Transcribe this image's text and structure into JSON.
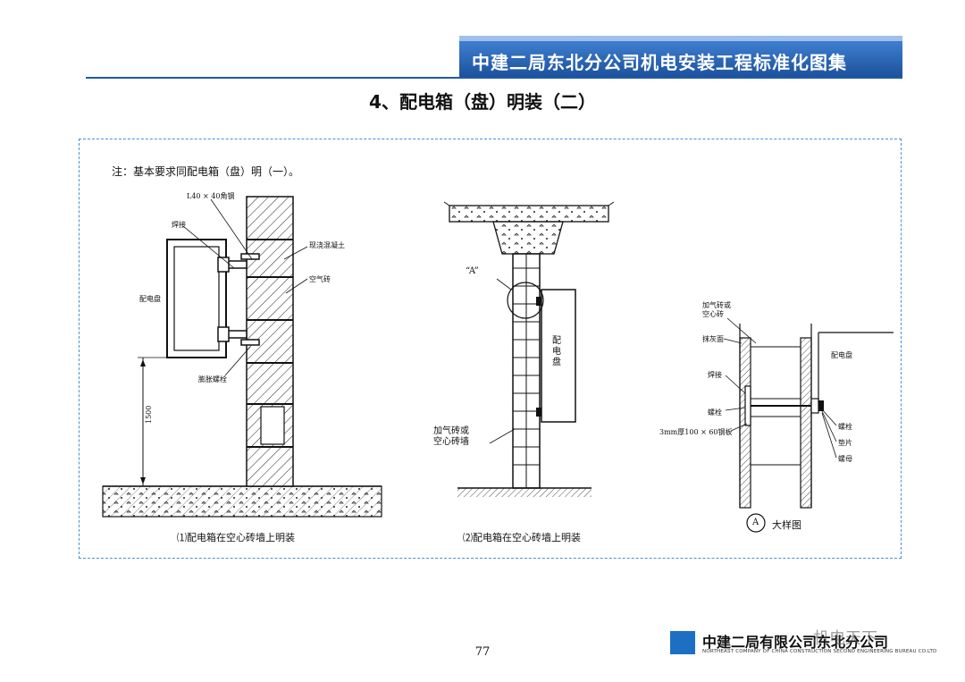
{
  "header": {
    "title": "中建二局东北分公司机电安装工程标准化图集"
  },
  "page": {
    "title": "4、配电箱（盘）明装（二）",
    "note": "注：基本要求同配电箱（盘）明（一）。",
    "number": "77"
  },
  "figure1": {
    "labels": {
      "angle_steel": "L40 × 40角钢",
      "weld": "焊接",
      "concrete": "现浇混凝土",
      "panel": "配电盘",
      "aerated_brick": "空气砖",
      "expansion_bolt": "膨胀螺栓",
      "height": "1500"
    },
    "caption": "⑴配电箱在空心砖墙上明装"
  },
  "figure2": {
    "labels": {
      "detail_a": "“A”",
      "panel": "配电盘",
      "wall": "加气砖或\n空心砖墙"
    },
    "caption": "⑵配电箱在空心砖墙上明装"
  },
  "figure3": {
    "labels": {
      "brick": "加气砖或\n空心砖",
      "plaster": "抹灰面",
      "panel": "配电盘",
      "weld": "焊接",
      "bolt_left": "螺栓",
      "plate": "3mm厚100 × 60钢板",
      "bolt_right": "螺栓",
      "washer": "垫片",
      "nut": "螺母",
      "marker": "A",
      "detail": "大样图"
    }
  },
  "footer": {
    "company": "中建二局有限公司东北分公司",
    "company_en": "NORTHEAST COMPANY OF CHINA CONSTRUCTION SECOND ENGINEERING BUREAU CO.LTD",
    "watermark": "机电天下"
  }
}
